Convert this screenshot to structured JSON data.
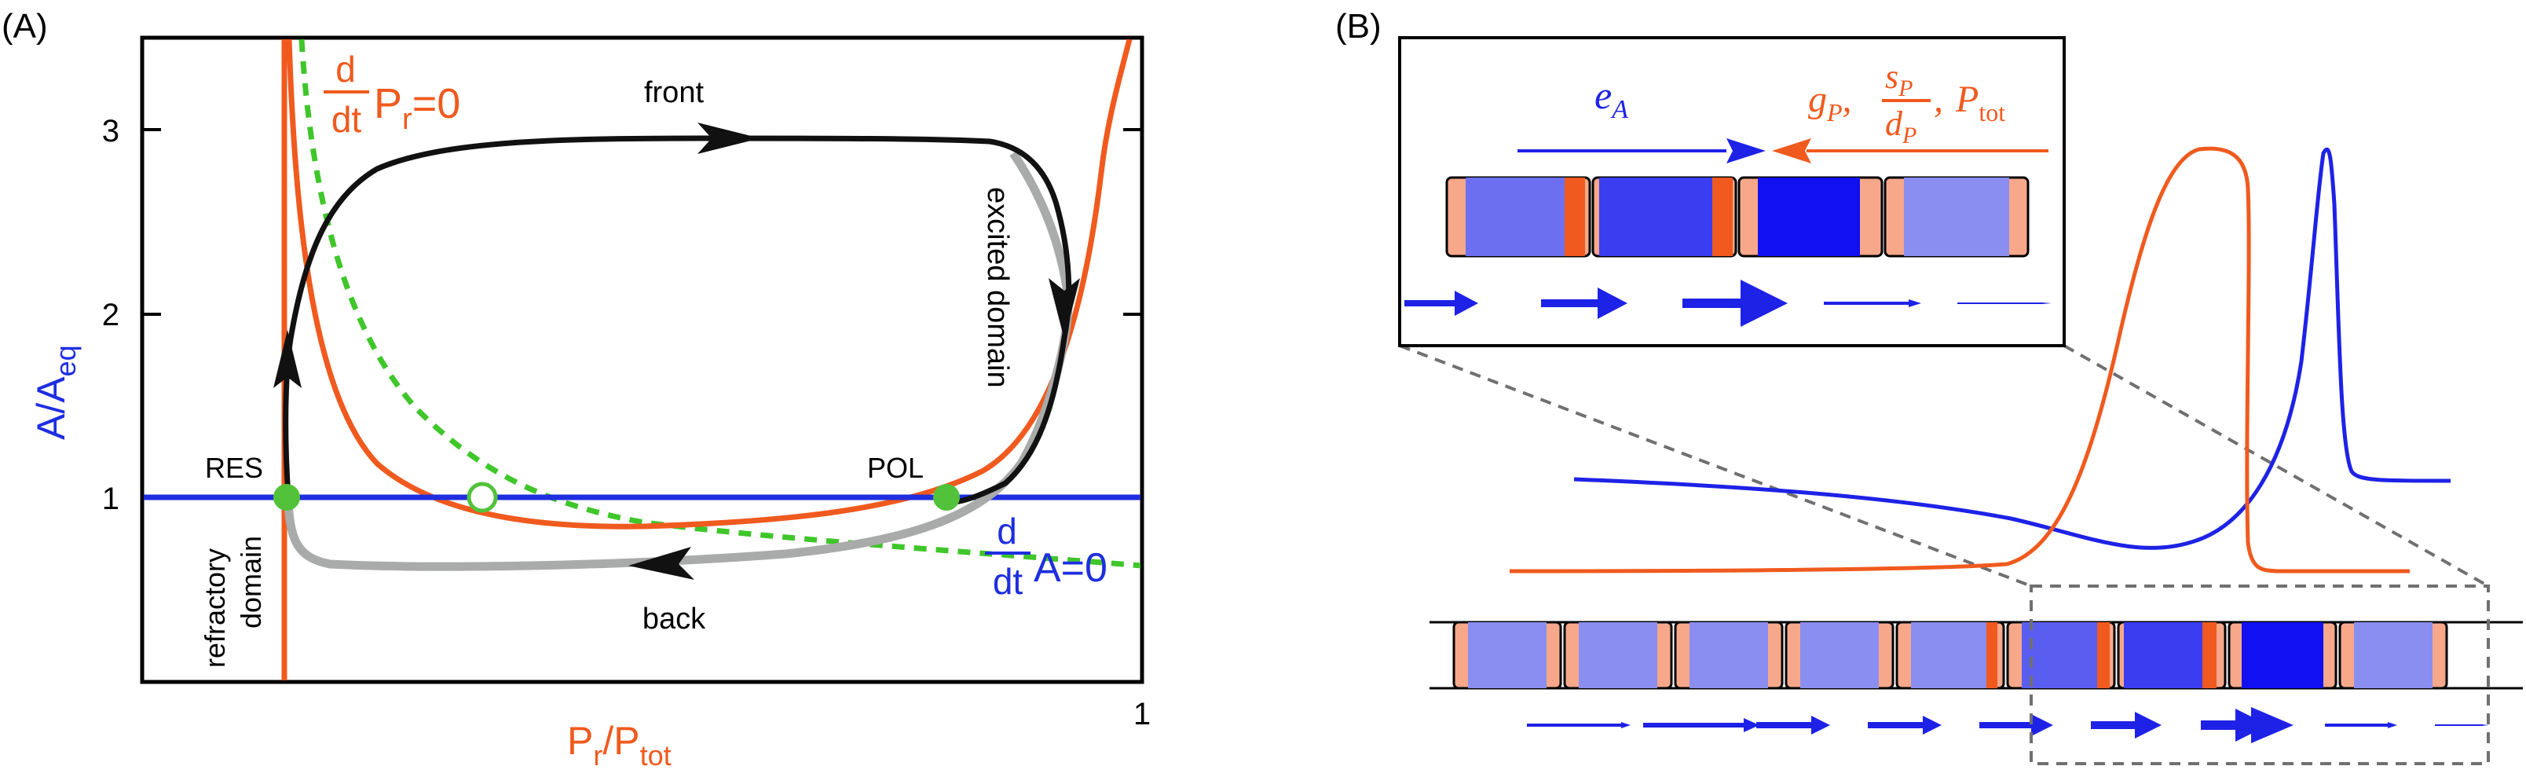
{
  "panel_a": {
    "label": "(A)",
    "axes": {
      "xlabel_main": "P",
      "xlabel_sub": "r",
      "xlabel_sep": "/P",
      "xlabel_sub2": "tot",
      "ylabel_main": "A/A",
      "ylabel_sub": "eq",
      "y_ticks": [
        "1",
        "2",
        "3"
      ],
      "x_tick_right": "1",
      "xlim": [
        0,
        1
      ],
      "ylim": [
        0,
        3.5
      ]
    },
    "labels": {
      "front": "front",
      "back": "back",
      "res": "RES",
      "pol": "POL",
      "excited_domain": "excited domain",
      "refractory_line1": "refractory",
      "refractory_line2": "domain",
      "nullcline_p_d": "d",
      "nullcline_p_dt": "dt",
      "nullcline_p_rest": "P",
      "nullcline_p_sub": "r",
      "nullcline_p_eq": "=0",
      "nullcline_a_d": "d",
      "nullcline_a_dt": "dt",
      "nullcline_a_rest": "A=0"
    },
    "colors": {
      "p_nullcline": "#f05a1e",
      "a_nullcline": "#1e2ee0",
      "dashed": "#3fc62a",
      "trajectory": "#111111",
      "trajectory_shadow": "#a9aaaa",
      "fixed_point": "#52c23a"
    }
  },
  "panel_b": {
    "label": "(B)",
    "inset": {
      "e_label_main": "e",
      "e_label_sub": "A",
      "g_label_main": "g",
      "g_label_sub": "P",
      "comma": ",",
      "s_main": "s",
      "s_sub": "P",
      "d_main": "d",
      "d_sub": "P",
      "p_main": "P",
      "p_sub": "tot"
    },
    "colors": {
      "blue": "#1e22e6",
      "orange": "#f05a1e",
      "peach": "#f7a88a",
      "light_blue": "#8a8ef0",
      "mid_blue": "#4a4ef0",
      "dark_blue": "#1010f0",
      "dashed_gray": "#707070"
    }
  }
}
